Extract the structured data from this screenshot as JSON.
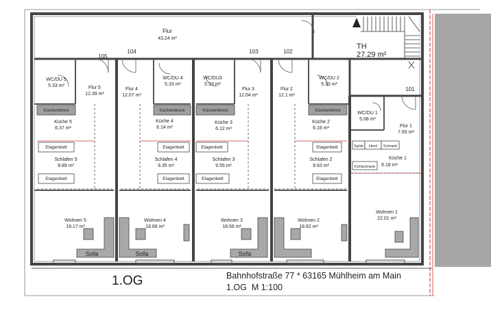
{
  "floor_label": "1.OG",
  "address": "Bahnhofstraße 77 * 63165 Mühlheim am Main",
  "scale_note": "1.OG  M 1:100",
  "door_numbers": [
    "105",
    "104",
    "103",
    "102",
    "101"
  ],
  "staircase": {
    "label": "TH",
    "area": "27.29 m²"
  },
  "corridor": {
    "label": "Flur",
    "area": "43.24 m²"
  },
  "rooms": [
    {
      "id": "wc5",
      "label": "WC/DU 5",
      "area": "5.33 m²"
    },
    {
      "id": "flur5",
      "label": "Flur 5",
      "area": "12.39 m²"
    },
    {
      "id": "flur4",
      "label": "Flur 4",
      "area": "12.07 m²"
    },
    {
      "id": "wc4",
      "label": "WC/DU 4",
      "area": "5.33 m²"
    },
    {
      "id": "wc3",
      "label": "WC/DU3",
      "area": "5.33 m²"
    },
    {
      "id": "flur3",
      "label": "Flur 3",
      "area": "12.04 m²"
    },
    {
      "id": "flur2",
      "label": "Flur 2",
      "area": "12.1 m²"
    },
    {
      "id": "wc2",
      "label": "WC/DU 2",
      "area": "5.33 m²"
    },
    {
      "id": "wc1",
      "label": "WC/DU 1",
      "area": "5.08 m²"
    },
    {
      "id": "flur1",
      "label": "Flur 1",
      "area": "7.65 m²"
    },
    {
      "id": "kueche5",
      "label": "Küche 5",
      "area": "6.37 m²"
    },
    {
      "id": "kueche4",
      "label": "Küche 4",
      "area": "6.14 m²"
    },
    {
      "id": "kueche3",
      "label": "Küche 3",
      "area": "6.12 m²"
    },
    {
      "id": "kueche2",
      "label": "Küche 2",
      "area": "6.16 m²"
    },
    {
      "id": "kueche1",
      "label": "Küche 1",
      "area": "6.18 m²"
    },
    {
      "id": "schlafen5",
      "label": "Schlafen 5",
      "area": "9.89 m²"
    },
    {
      "id": "schlafen4",
      "label": "Schlafen 4",
      "area": "9.35 m²"
    },
    {
      "id": "schlafen3",
      "label": "Schlafen 3",
      "area": "9.55 m²"
    },
    {
      "id": "schlafen2",
      "label": "Schlafen 2",
      "area": "9.63 m²"
    },
    {
      "id": "wohnen5",
      "label": "Wohnen 5",
      "area": "19.17 m²"
    },
    {
      "id": "wohnen4",
      "label": "Wohnen 4",
      "area": "18.66 m²"
    },
    {
      "id": "wohnen3",
      "label": "Wohnen 3",
      "area": "18.56 m²"
    },
    {
      "id": "wohnen2",
      "label": "Wohnen 2",
      "area": "18.62 m²"
    },
    {
      "id": "wohnen1",
      "label": "Wohnen 1",
      "area": "22.01 m²"
    }
  ],
  "furniture": {
    "kuechenblock": "Küchenblock",
    "etagenbett": "Etagenbett",
    "sofa": "Sofa",
    "herd": "Herd",
    "spuele": "Spüle",
    "schrank": "Schrank",
    "kuehlschrank": "Kühlschrank"
  },
  "colors": {
    "wall": "#555555",
    "kitchen_block": "#a0a0a0",
    "hatch": "#a6a6a6",
    "red_line": "#cc3333"
  }
}
